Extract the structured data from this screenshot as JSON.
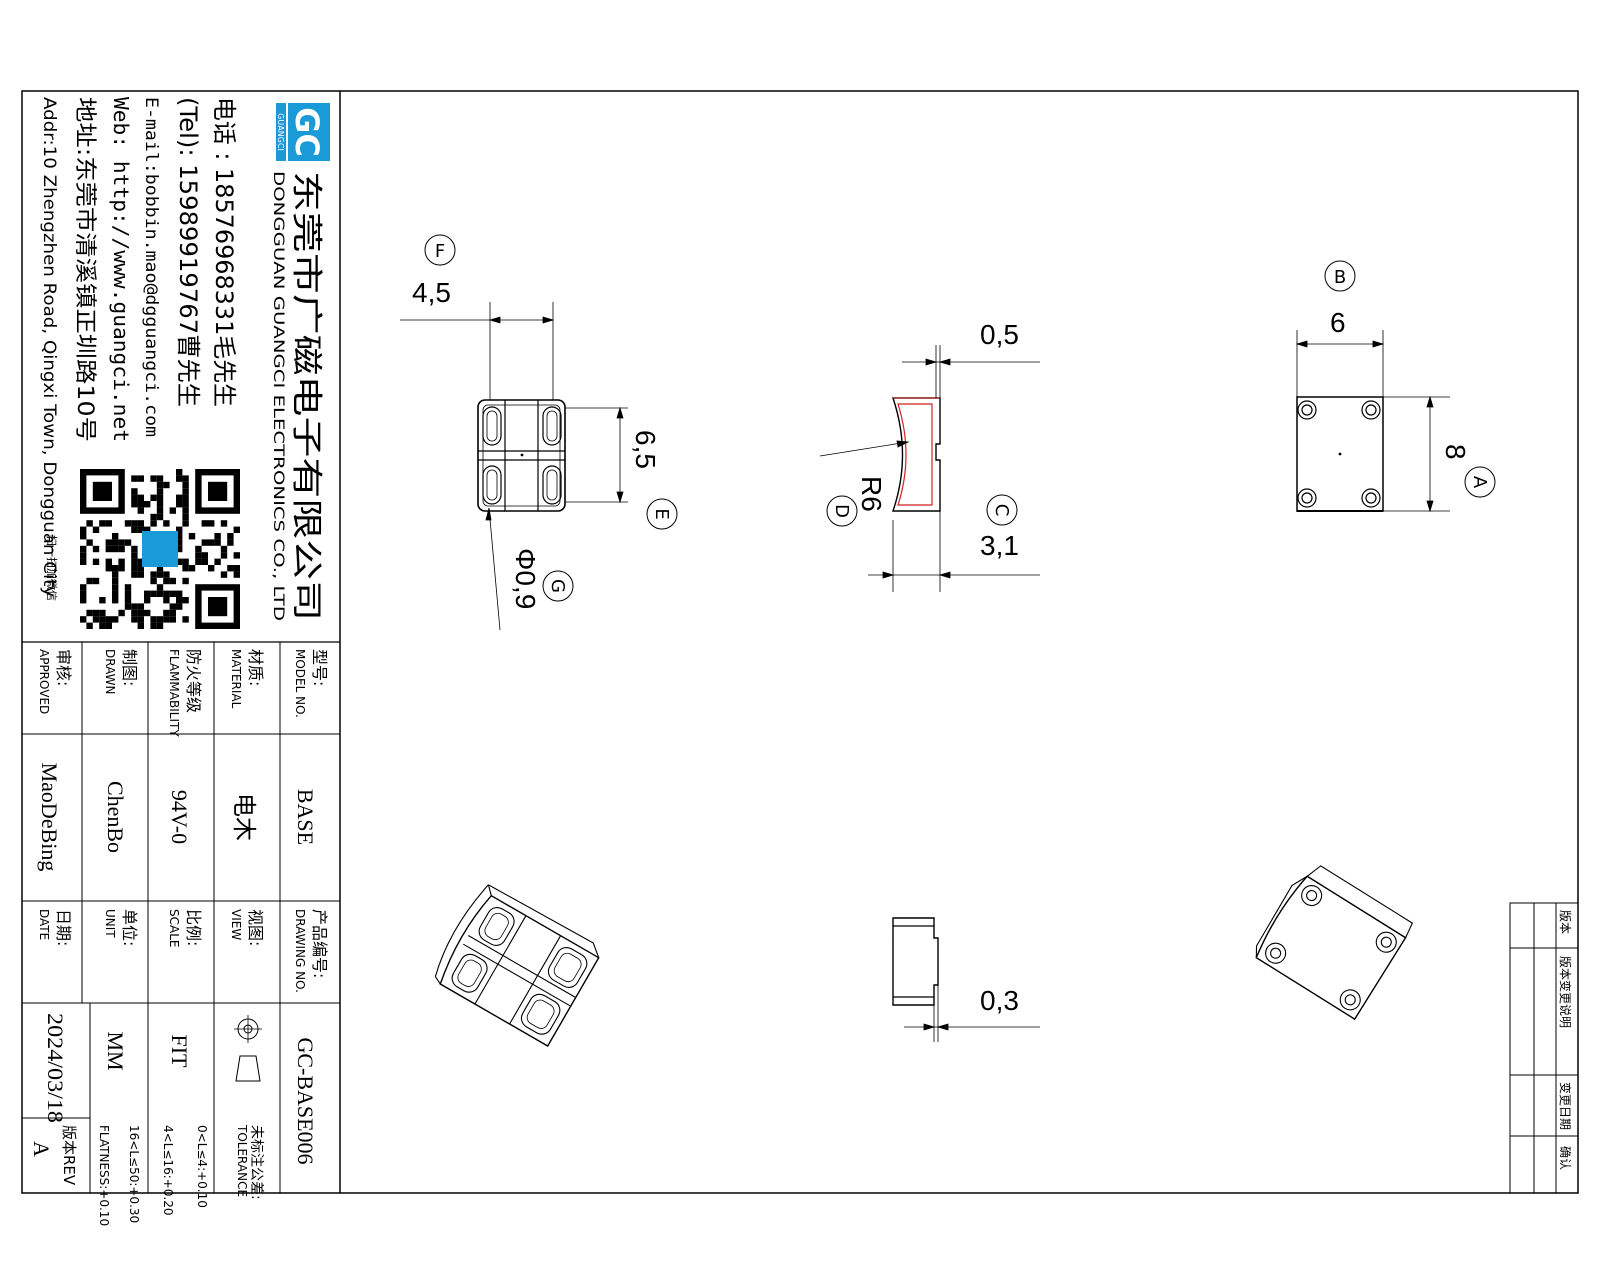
{
  "company": {
    "logo_text": "GC",
    "logo_sub": "GUANGCI",
    "name_cn": "东莞市广磁电子有限公司",
    "name_en": "DONGGUAN GUANGCI ELECTRONICS CO., LTD",
    "phone_line": "电话 : 18576968331毛先生",
    "tel_line": "(Tel): 15989919767曹先生",
    "email_line": "E-mail:bobbin.mao@dgguangci.com",
    "web_line": "Web: http://www.guangci.net",
    "addr_cn_line": "地址:东莞市清溪镇正圳路10号",
    "addr_en_line": "Addr:10 Zhengzhen Road, Qingxi Town, Dongguan City",
    "qr_caption": "扫一扫加微信"
  },
  "title_block": {
    "model_label": "型号:",
    "model_label_en": "MODEL NO.",
    "model_value": "BASE",
    "material_label": "材质:",
    "material_label_en": "MATERIAL",
    "material_value": "电木",
    "fire_label": "防火等级",
    "fire_label_en": "FLAMMABILITY",
    "fire_value": "94V-0",
    "drawn_label": "制图:",
    "drawn_label_en": "DRAWN",
    "drawn_value": "ChenBo",
    "approved_label": "审核:",
    "approved_label_en": "APPROVED",
    "approved_value": "MaoDeBing",
    "part_label": "产品编号:",
    "part_label_en": "DRAWING NO.",
    "part_value": "GC-BASE006",
    "view_label": "视图:",
    "view_label_en": "VIEW",
    "scale_label": "比例:",
    "scale_label_en": "SCALE",
    "scale_value": "FIT",
    "unit_label": "单位:",
    "unit_label_en": "UNIT",
    "unit_value": "MM",
    "date_label": "日期:",
    "date_label_en": "DATE",
    "date_value": "2024/03/18",
    "rev_label": "版本REV",
    "rev_value": "A",
    "tolerance": {
      "title": "未标注公差:",
      "title_en": "TOLERANCE",
      "lines": [
        "0<L≤4:+0.10",
        "4<L≤16:+0.20",
        "16<L≤50:+0.30",
        "FLATNESS:+0.10"
      ]
    }
  },
  "revision_block": {
    "headers": [
      "版本",
      "版本变更说明",
      "变更日期",
      "确认"
    ]
  },
  "dimensions": {
    "d_4_5": "4,5",
    "d_6_5": "6,5",
    "d_0_9": "Φ0,9",
    "d_0_5": "0,5",
    "d_3_1": "3,1",
    "d_r6": "R6",
    "d_6": "6",
    "d_8": "8",
    "d_0_3": "0,3"
  },
  "balloons": {
    "a": "A",
    "b": "B",
    "c": "C",
    "d": "D",
    "e": "E",
    "f": "F",
    "g": "G"
  },
  "colors": {
    "line": "#000000",
    "accent": "#1a9ad6",
    "red": "#d42020"
  }
}
